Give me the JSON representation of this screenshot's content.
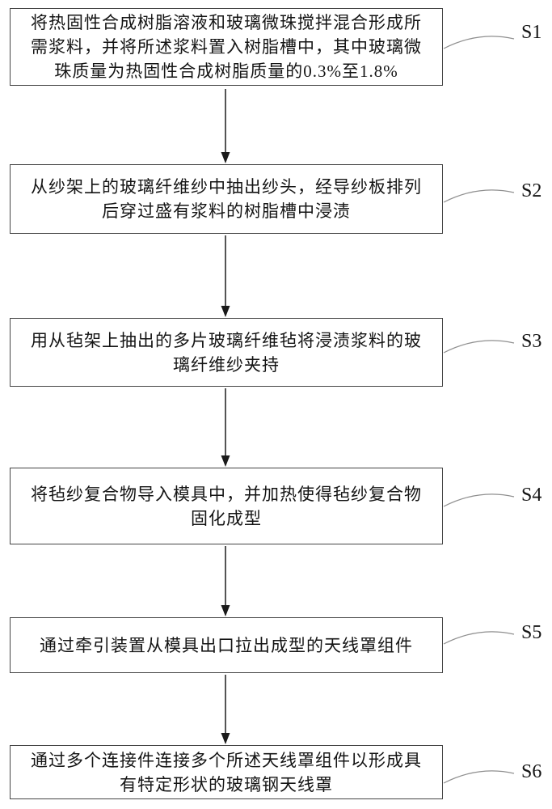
{
  "figure": {
    "type": "flowchart",
    "description": "patent process flow diagram, six sequential steps",
    "steps": [
      {
        "label": "S1",
        "lines": [
          "将热固性合成树脂溶液和玻璃微珠搅拌混合形成所",
          "需浆料，并将所述浆料置入树脂槽中，其中玻璃微",
          "珠质量为热固性合成树脂质量的0.3%至1.8%"
        ]
      },
      {
        "label": "S2",
        "lines": [
          "从纱架上的玻璃纤维纱中抽出纱头，经导纱板排列",
          "后穿过盛有浆料的树脂槽中浸渍"
        ]
      },
      {
        "label": "S3",
        "lines": [
          "用从毡架上抽出的多片玻璃纤维毡将浸渍浆料的玻",
          "璃纤维纱夹持"
        ]
      },
      {
        "label": "S4",
        "lines": [
          "将毡纱复合物导入模具中，并加热使得毡纱复合物",
          "固化成型"
        ]
      },
      {
        "label": "S5",
        "lines": [
          "通过牵引装置从模具出口拉出成型的天线罩组件"
        ]
      },
      {
        "label": "S6",
        "lines": [
          "通过多个连接件连接多个所述天线罩组件以形成具",
          "有特定形状的玻璃钢天线罩"
        ]
      }
    ],
    "colors": {
      "background": "#ffffff",
      "box_border": "#454545",
      "text": "#141414",
      "arrow": "#1a1a1a",
      "leader_line": "#8f8f8f"
    }
  }
}
